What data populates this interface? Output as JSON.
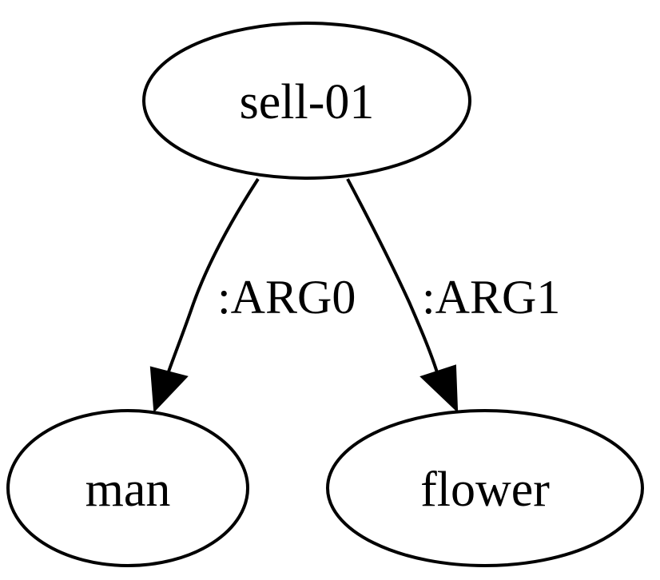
{
  "graph": {
    "nodes": {
      "sell": {
        "label": "sell-01"
      },
      "man": {
        "label": "man"
      },
      "flower": {
        "label": "flower"
      }
    },
    "edges": {
      "arg0": {
        "label": ":ARG0"
      },
      "arg1": {
        "label": ":ARG1"
      }
    }
  },
  "colors": {
    "stroke": "#000000",
    "background": "#ffffff"
  }
}
